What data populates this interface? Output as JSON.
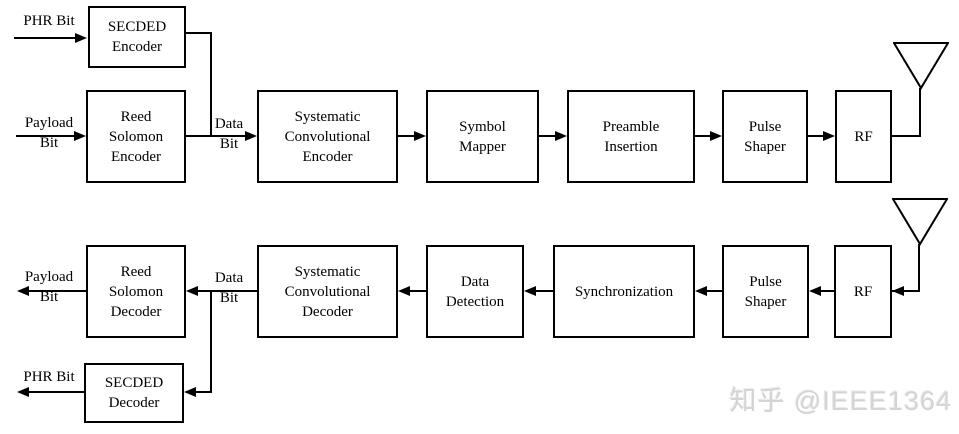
{
  "diagram": {
    "type": "block-diagram",
    "description_visible": false,
    "blocks": {
      "secded_encoder": "SECDED\nEncoder",
      "reed_solomon_encoder": "Reed\nSolomon\nEncoder",
      "systematic_convolutional_encoder": "Systematic\nConvolutional\nEncoder",
      "symbol_mapper": "Symbol\nMapper",
      "preamble_insertion": "Preamble\nInsertion",
      "pulse_shaper_tx": "Pulse\nShaper",
      "rf_tx": "RF",
      "reed_solomon_decoder": "Reed\nSolomon\nDecoder",
      "systematic_convolutional_decoder": "Systematic\nConvolutional\nDecoder",
      "data_detection": "Data\nDetection",
      "synchronization": "Synchronization",
      "pulse_shaper_rx": "Pulse\nShaper",
      "rf_rx": "RF",
      "secded_decoder": "SECDED\nDecoder"
    },
    "labels": {
      "phr_bit_in": "PHR Bit",
      "payload_bit_in": "Payload\nBit",
      "data_bit_tx": "Data\nBit",
      "payload_bit_out": "Payload\nBit",
      "data_bit_rx": "Data\nBit",
      "phr_bit_out": "PHR Bit"
    },
    "colors": {
      "line": "#000000",
      "background": "#ffffff",
      "watermark": "#d4d4d4"
    }
  },
  "watermark": {
    "text": "知乎 @IEEE1364"
  }
}
